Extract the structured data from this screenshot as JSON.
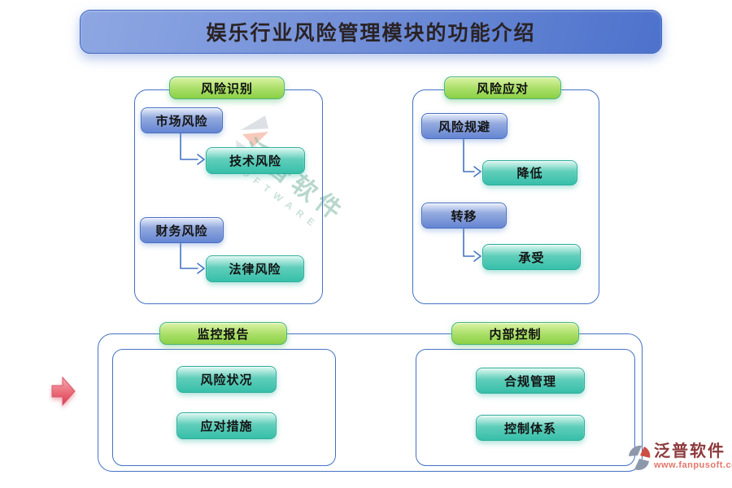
{
  "title": "娱乐行业风险管理模块的功能介绍",
  "sections": {
    "risk_identification": {
      "label": "风险识别",
      "flows": [
        {
          "from": "市场风险",
          "to": "技术风险"
        },
        {
          "from": "财务风险",
          "to": "法律风险"
        }
      ]
    },
    "risk_response": {
      "label": "风险应对",
      "flows": [
        {
          "from": "风险规避",
          "to": "降低"
        },
        {
          "from": "转移",
          "to": "承受"
        }
      ]
    },
    "monitoring_report": {
      "label": "监控报告",
      "items": [
        "风险状况",
        "应对措施"
      ]
    },
    "internal_control": {
      "label": "内部控制",
      "items": [
        "合规管理",
        "控制体系"
      ]
    }
  },
  "watermark": {
    "text": "泛普软件",
    "subtext": "SOFTWARE"
  },
  "footer": {
    "brand": "泛普软件",
    "website": "www.fanpusoft.com"
  },
  "colors": {
    "banner_blue": "#5b7fd6",
    "panel_border_blue": "#4472c4",
    "node_blue": "#7b97da",
    "node_teal": "#45c6b2",
    "header_green": "#9ed65e",
    "arrow_red": "#e23b4e",
    "brand_text_red": "#8d3a3c",
    "website_red": "#e4766a"
  }
}
